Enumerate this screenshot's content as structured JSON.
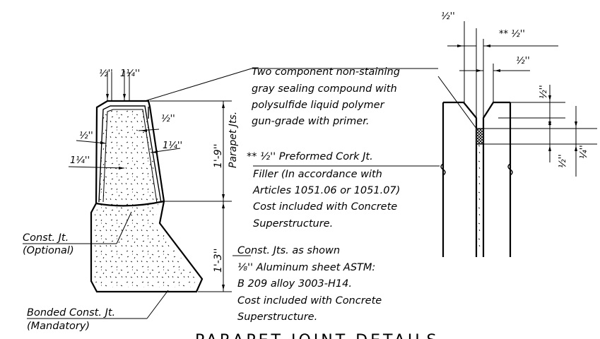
{
  "notes": {
    "sealing": [
      "Two component non-staining",
      "gray sealing compound with",
      "polysulfide liquid polymer",
      "gun-grade with primer."
    ],
    "cork": [
      "** ½'' Preformed Cork Jt.",
      "Filler (In accordance with",
      "Articles 1051.06 or 1051.07)",
      "Cost included with Concrete",
      "Superstructure."
    ],
    "aluminum": [
      "Const. Jts. as shown",
      "⅛'' Aluminum sheet ASTM:",
      "B 209 alloy 3003-H14.",
      "Cost included with Concrete",
      "Superstructure."
    ],
    "const_jt_optional": [
      "Const. Jt.",
      "(Optional)"
    ],
    "const_jt_mandatory": [
      "Bonded Const. Jt.",
      "(Mandatory)"
    ]
  },
  "dimensions": {
    "parapet_height": "1'-9''",
    "base_height": "1'-3''",
    "parapet_label": "Parapet Jts.",
    "top_half": "½''",
    "top_quarter": "1¼''",
    "side_half_right": "½''",
    "side_quarter_right": "1¼''",
    "side_half_left": "½''",
    "side_quarter_left": "1¼''",
    "detail_top_half": "½''",
    "detail_cork": "** ½''",
    "detail_right_half": "½''",
    "detail_side_half_upper": "½''",
    "detail_side_half_lower": "½''",
    "detail_quarter": "¼''"
  },
  "title": "PARAPET JOINT DETAILS"
}
